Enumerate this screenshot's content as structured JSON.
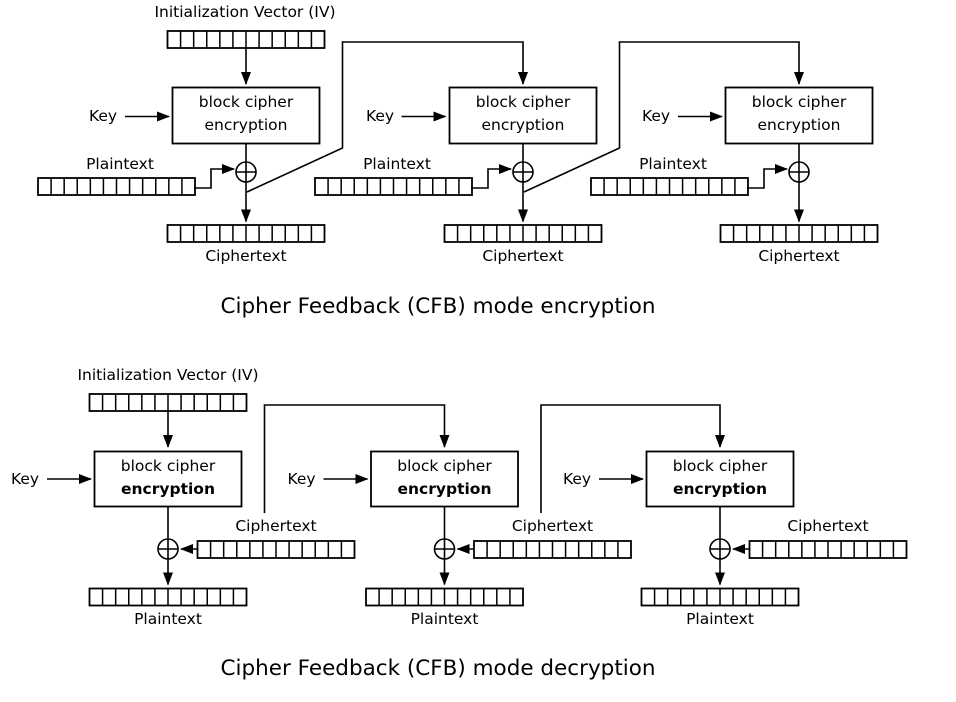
{
  "colors": {
    "background": "#ffffff",
    "line": "#000000",
    "text": "#000000"
  },
  "block_cells": 12,
  "encryption": {
    "title": "Cipher Feedback (CFB) mode encryption",
    "iv_label": "Initialization Vector (IV)",
    "units": [
      {
        "key_label": "Key",
        "box_line1": "block cipher",
        "box_line2": "encryption",
        "plaintext_label": "Plaintext",
        "ciphertext_label": "Ciphertext"
      },
      {
        "key_label": "Key",
        "box_line1": "block cipher",
        "box_line2": "encryption",
        "plaintext_label": "Plaintext",
        "ciphertext_label": "Ciphertext"
      },
      {
        "key_label": "Key",
        "box_line1": "block cipher",
        "box_line2": "encryption",
        "plaintext_label": "Plaintext",
        "ciphertext_label": "Ciphertext"
      }
    ]
  },
  "decryption": {
    "title": "Cipher Feedback (CFB) mode decryption",
    "iv_label": "Initialization Vector (IV)",
    "units": [
      {
        "key_label": "Key",
        "box_line1": "block cipher",
        "box_line2": "encryption",
        "ciphertext_label": "Ciphertext",
        "plaintext_label": "Plaintext"
      },
      {
        "key_label": "Key",
        "box_line1": "block cipher",
        "box_line2": "encryption",
        "ciphertext_label": "Ciphertext",
        "plaintext_label": "Plaintext"
      },
      {
        "key_label": "Key",
        "box_line1": "block cipher",
        "box_line2": "encryption",
        "ciphertext_label": "Ciphertext",
        "plaintext_label": "Plaintext"
      }
    ]
  }
}
